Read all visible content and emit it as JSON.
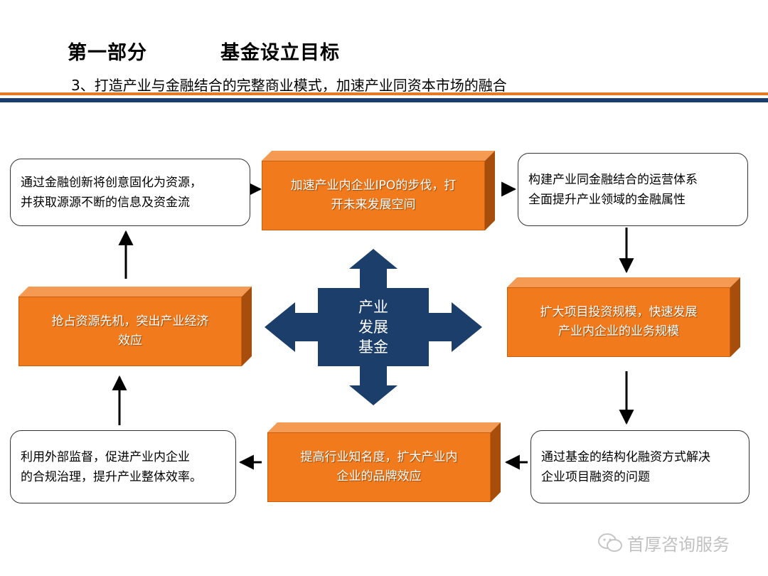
{
  "header": {
    "section": "第一部分",
    "topic": "基金设立目标",
    "subtitle": "3、打造产业与金融结合的完整商业模式，加速产业同资本市场的融合"
  },
  "center": {
    "lines": [
      "产业",
      "发展",
      "基金"
    ]
  },
  "boxes": {
    "top_left": {
      "lines": [
        "通过金融创新将创意固化为资源，",
        "并获取源源不断的信息及资金流"
      ]
    },
    "top_center": {
      "lines": [
        "加速产业内企业IPO的步伐，打",
        "开未来发展空间"
      ]
    },
    "top_right": {
      "lines": [
        "构建产业同金融结合的运营体系",
        "全面提升产业领域的金融属性"
      ]
    },
    "mid_left": {
      "lines": [
        "抢占资源先机，突出产业经济",
        "效应"
      ]
    },
    "mid_right": {
      "lines": [
        "扩大项目投资规模，快速发展",
        "产业内企业的业务规模"
      ]
    },
    "bottom_left": {
      "lines": [
        "利用外部监督，促进产业内企业",
        "的合规治理，提升产业整体效率。"
      ]
    },
    "bottom_center": {
      "lines": [
        "提高行业知名度，扩大产业内",
        "企业的品牌效应"
      ]
    },
    "bottom_right": {
      "lines": [
        "通过基金的结构化融资方式解决",
        "企业项目融资的问题"
      ]
    }
  },
  "watermark": {
    "text": "首厚咨询服务"
  },
  "colors": {
    "orange": "#f07a1c",
    "navy": "#1c3e6b",
    "accent_line": "#e57a25"
  }
}
